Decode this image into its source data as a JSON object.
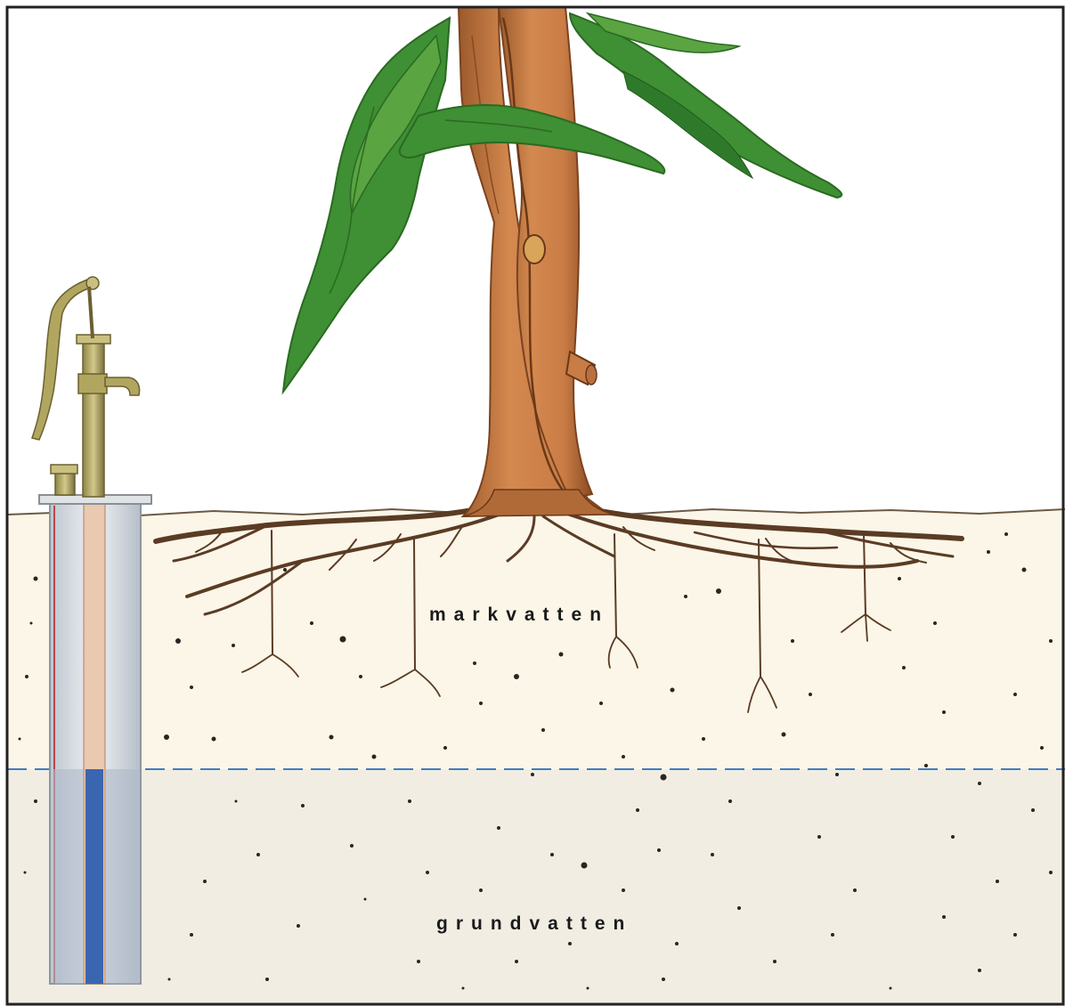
{
  "labels": {
    "soil_water": "markvatten",
    "groundwater": "grundvatten"
  },
  "colors": {
    "sky": "#ffffff",
    "soil_upper": "#fbf6e8",
    "soil_lower": "#f1ede3",
    "water_table_line": "#3f7ec2",
    "trunk": "#c97c45",
    "trunk_dark": "#8a4a22",
    "foliage": "#3f8f34",
    "foliage_dark": "#2a6a22",
    "roots": "#5b3b24",
    "pump_metal": "#b8ad68",
    "pump_metal_dark": "#7a7040",
    "well_casing": "#d7dde3",
    "well_water": "#3a66b0",
    "frame": "#222222"
  },
  "icons": [
    "tree-illustration",
    "hand-pump-icon",
    "well-pipe-icon",
    "water-table-line"
  ]
}
